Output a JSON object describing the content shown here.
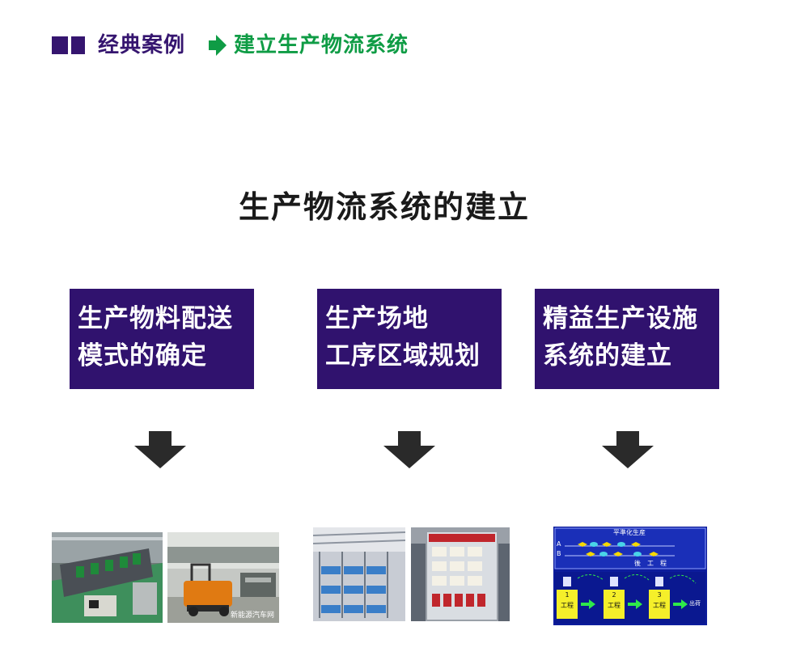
{
  "header": {
    "section_label": "经典案例",
    "topic": "建立生产物流系统"
  },
  "main_title": "生产物流系统的建立",
  "boxes": [
    {
      "line1": "生产物料配送",
      "line2": "模式的确定"
    },
    {
      "line1": "生产场地",
      "line2": "工序区域规划"
    },
    {
      "line1": "精益生产设施",
      "line2": "系统的建立"
    }
  ],
  "photos": {
    "p2_watermark": "新能源汽车网",
    "diagram": {
      "title": "平準化生産",
      "row_a": "A",
      "row_b": "B",
      "process_label": "後　工　程",
      "stations": [
        {
          "num": "1",
          "label": "工程"
        },
        {
          "num": "2",
          "label": "工程"
        },
        {
          "num": "3",
          "label": "工程"
        }
      ],
      "output_label": "出荷"
    }
  },
  "colors": {
    "header_purple": "#35156f",
    "header_green": "#0f9c45",
    "box_purple": "#30126e",
    "arrow_dark": "#2a2a2a"
  }
}
